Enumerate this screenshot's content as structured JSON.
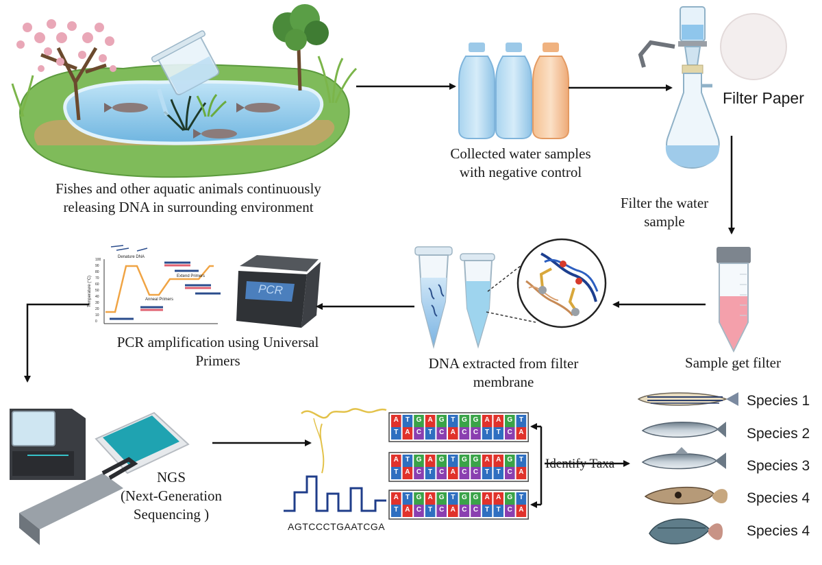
{
  "labels": {
    "pond_caption_1": "Fishes and other aquatic animals continuously",
    "pond_caption_2": "releasing DNA in surrounding environment",
    "collected_1": "Collected water samples",
    "collected_2": "with negative control",
    "filter_paper": "Filter Paper",
    "filter_water_1": "Filter the water",
    "filter_water_2": "sample",
    "sample_filter": "Sample get filter",
    "dna_extracted_1": "DNA extracted from filter",
    "dna_extracted_2": "membrane",
    "pcr_amp_1": "PCR amplification using Universal",
    "pcr_amp_2": "Primers",
    "pcr_device": "PCR",
    "ngs_1": "NGS",
    "ngs_2": "(Next-Generation",
    "ngs_3": "Sequencing )",
    "sequence": "AGTCCCTGAATCGA",
    "identify": "Identify Taxa",
    "pcr_graph": {
      "denature": "Denature DNA",
      "anneal": "Anneal Primers",
      "extend": "Extend Primers",
      "ylabel": "Temperature (°C)",
      "ticks": [
        "100",
        "90",
        "80",
        "70",
        "60",
        "50",
        "40",
        "30",
        "20",
        "10",
        "0"
      ]
    }
  },
  "species": [
    "Species 1",
    "Species 2",
    "Species 3",
    "Species 4",
    "Species 4"
  ],
  "dna_strips": [
    {
      "top": [
        "A",
        "T",
        "G",
        "A",
        "G",
        "T",
        "G",
        "G",
        "A",
        "A",
        "G",
        "T"
      ],
      "bottom": [
        "T",
        "A",
        "C",
        "T",
        "C",
        "A",
        "C",
        "C",
        "T",
        "T",
        "C",
        "A"
      ]
    },
    {
      "top": [
        "A",
        "T",
        "G",
        "A",
        "G",
        "T",
        "G",
        "G",
        "A",
        "A",
        "G",
        "T"
      ],
      "bottom": [
        "T",
        "A",
        "C",
        "T",
        "C",
        "A",
        "C",
        "C",
        "T",
        "T",
        "C",
        "A"
      ]
    },
    {
      "top": [
        "A",
        "T",
        "G",
        "A",
        "G",
        "T",
        "G",
        "G",
        "A",
        "A",
        "G",
        "T"
      ],
      "bottom": [
        "T",
        "A",
        "C",
        "T",
        "C",
        "A",
        "C",
        "C",
        "T",
        "T",
        "C",
        "A"
      ]
    }
  ],
  "base_colors": {
    "A": "#e0322b",
    "T": "#2f6fc0",
    "G": "#3aa348",
    "C": "#8a3fb0"
  }
}
